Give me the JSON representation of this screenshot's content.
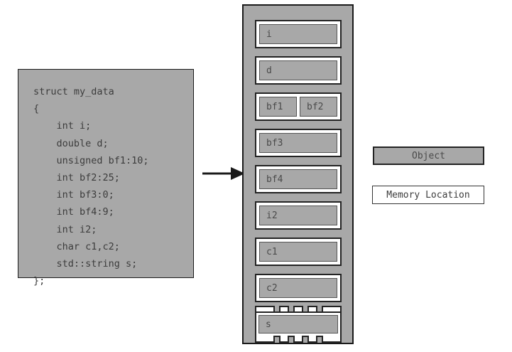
{
  "code": {
    "title": "struct my_data",
    "text": "struct my_data\n{\n    int i;\n    double d;\n    unsigned bf1:10;\n    int bf2:25;\n    int bf3:0;\n    int bf4:9;\n    int i2;\n    char c1,c2;\n    std::string s;\n};"
  },
  "arrow": {
    "name": "maps-to-arrow"
  },
  "memory": {
    "rows": [
      {
        "id": "i",
        "objects": [
          {
            "label": "i"
          }
        ]
      },
      {
        "id": "d",
        "objects": [
          {
            "label": "d"
          }
        ]
      },
      {
        "id": "bf1-bf2",
        "objects": [
          {
            "label": "bf1"
          },
          {
            "label": "bf2"
          }
        ]
      },
      {
        "id": "bf3",
        "objects": [
          {
            "label": "bf3"
          }
        ]
      },
      {
        "id": "bf4",
        "objects": [
          {
            "label": "bf4"
          }
        ]
      },
      {
        "id": "i2",
        "objects": [
          {
            "label": "i2"
          }
        ]
      },
      {
        "id": "c1",
        "objects": [
          {
            "label": "c1"
          }
        ]
      },
      {
        "id": "c2",
        "objects": [
          {
            "label": "c2"
          }
        ]
      },
      {
        "id": "s",
        "objects": [
          {
            "label": "s"
          }
        ],
        "segmented": true
      }
    ]
  },
  "legend": {
    "object_label": "Object",
    "memory_label": "Memory Location"
  },
  "colors": {
    "object_fill": "#a8a8a8",
    "memory_fill": "#ffffff",
    "border": "#232323",
    "text": "#4a4a4a",
    "background": "#ffffff"
  }
}
